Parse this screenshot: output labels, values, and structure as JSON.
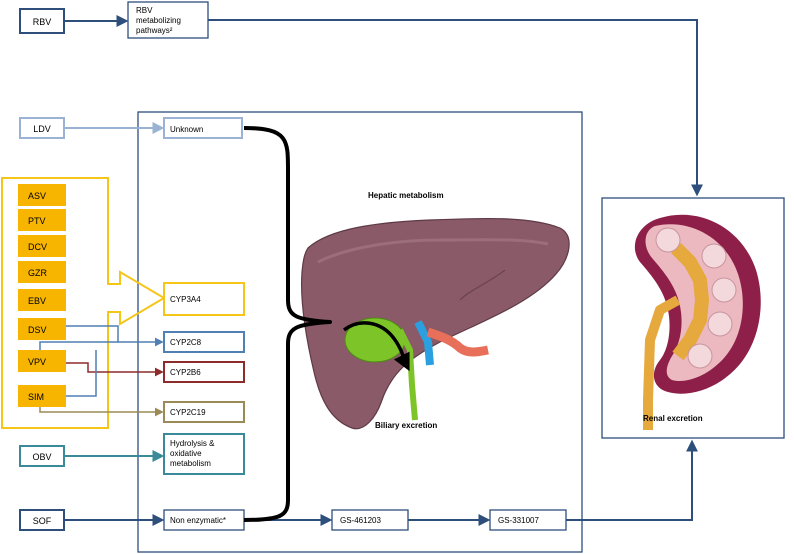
{
  "drugs": {
    "rbv": "RBV",
    "ldv": "LDV",
    "asv": "ASV",
    "ptv": "PTV",
    "dcv": "DCV",
    "gzr": "GZR",
    "ebv": "EBV",
    "dsv": "DSV",
    "vpv": "VPV",
    "sim": "SIM",
    "obv": "OBV",
    "sof": "SOF"
  },
  "pathways": {
    "rbv_line1": "RBV",
    "rbv_line2": "metabolizing",
    "rbv_line3": "pathways²",
    "unknown": "Unknown",
    "cyp3a4": "CYP3A4",
    "cyp2c8": "CYP2C8",
    "cyp2b6": "CYP2B6",
    "cyp2c19": "CYP2C19",
    "hydrolysis_line1": "Hydrolysis &",
    "hydrolysis_line2": "oxidative",
    "hydrolysis_line3": "metabolism",
    "non_enzymatic": "Non enzymatic*",
    "gs461203": "GS-461203",
    "gs331007": "GS-331007"
  },
  "labels": {
    "hepatic": "Hepatic metabolism",
    "biliary": "Biliary excretion",
    "renal": "Renal excretion"
  },
  "colors": {
    "navy": "#2e4f7c",
    "light_blue": "#9ab3d4",
    "mid_blue": "#4f7fb3",
    "yellow": "#f5c518",
    "orange": "#f7b500",
    "dark_red": "#8e2b2b",
    "olive": "#9a8a55",
    "teal": "#3a8a9a",
    "liver": "#8a5a68",
    "gall": "#7cc427",
    "kidney_dark": "#8e1f48",
    "kidney_pink": "#ecb9c0",
    "kidney_gold": "#e6a93e"
  }
}
